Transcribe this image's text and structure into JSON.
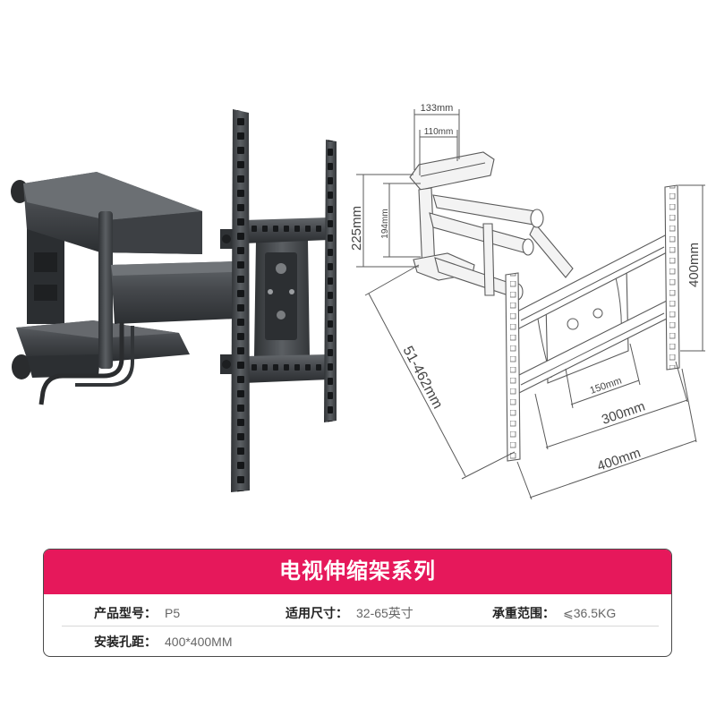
{
  "diagram": {
    "dimensions": {
      "top_outer": "133mm",
      "top_inner": "110mm",
      "left_outer": "225mm",
      "left_inner": "194mm",
      "extension": "51-462mm",
      "rail_height": "400mm",
      "hole_small": "150mm",
      "hole_mid": "300mm",
      "hole_large": "400mm"
    }
  },
  "spec_box": {
    "title": "电视伸缩架系列",
    "specs": [
      {
        "label": "产品型号：",
        "value": "P5"
      },
      {
        "label": "适用尺寸：",
        "value": "32-65英寸"
      },
      {
        "label": "承重范围：",
        "value": "⩽36.5KG"
      },
      {
        "label": "安装孔距：",
        "value": "400*400MM"
      }
    ]
  },
  "colors": {
    "accent": "#e6185b",
    "border": "#4a4a4a",
    "label": "#222222",
    "value": "#666666",
    "dim_text": "#444444"
  }
}
